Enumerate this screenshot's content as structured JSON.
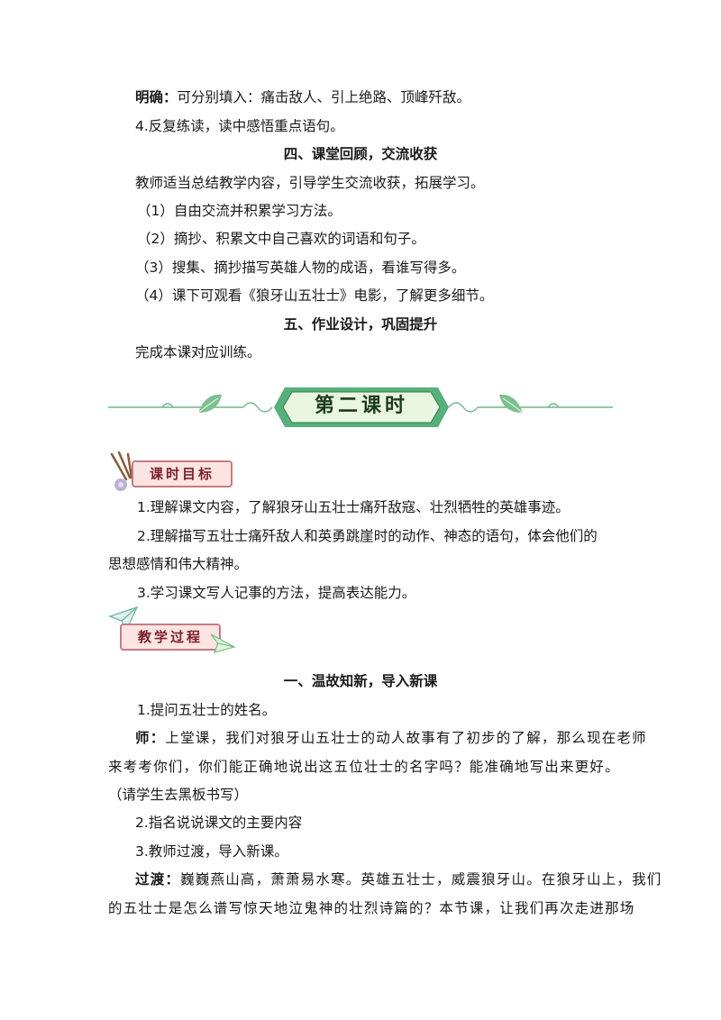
{
  "lines": [
    {
      "label": "明确：",
      "text": "可分别填入：痛击敌人、引上绝路、顶峰歼敌。"
    },
    {
      "text": "4.反复练读，读中感悟重点语句。"
    },
    {
      "heading": "四、课堂回顾，交流收获"
    },
    {
      "text": "教师适当总结教学内容，引导学生交流收获，拓展学习。"
    },
    {
      "text": "（1）自由交流并积累学习方法。"
    },
    {
      "text": "（2）摘抄、积累文中自己喜欢的词语和句子。"
    },
    {
      "text": "（3）搜集、摘抄描写英雄人物的成语，看谁写得多。"
    },
    {
      "text": "（4）课下可观看《狼牙山五壮士》电影，了解更多细节。"
    },
    {
      "heading": "五、作业设计，巩固提升"
    },
    {
      "text": "完成本课对应训练。"
    }
  ],
  "banner": {
    "title": "第二课时"
  },
  "badges": {
    "objectives": "课时目标",
    "process": "教学过程"
  },
  "objectives": [
    "1.理解课文内容，了解狼牙山五壮士痛歼敌寇、壮烈牺牲的英雄事迹。",
    "2.理解描写五壮士痛歼敌人和英勇跳崖时的动作、神态的语句，体会他们的",
    "思想感情和伟大精神。",
    "3.学习课文写人记事的方法，提高表达能力。"
  ],
  "process": {
    "heading": "一、温故知新，导入新课",
    "item1": "1.提问五壮士的姓名。",
    "teacher_label": "师：",
    "teacher_line1": "上堂课，我们对狼牙山五壮士的动人故事有了初步的了解，那么现在老师",
    "teacher_line2": "来考考你们，你们能正确地说出这五位壮士的名字吗？能准确地写出来更好。",
    "note": "（请学生去黑板书写）",
    "item2": "2.指名说说课文的主要内容",
    "item3": "3.教师过渡，导入新课。",
    "transition_label": "过渡：",
    "transition_line1": "巍巍燕山高，萧萧易水寒。英雄五壮士，威震狼牙山。在狼牙山上，我们",
    "transition_line2": "的五壮士是怎么谱写惊天地泣鬼神的壮烈诗篇的？本节课，让我们再次走进那场"
  }
}
